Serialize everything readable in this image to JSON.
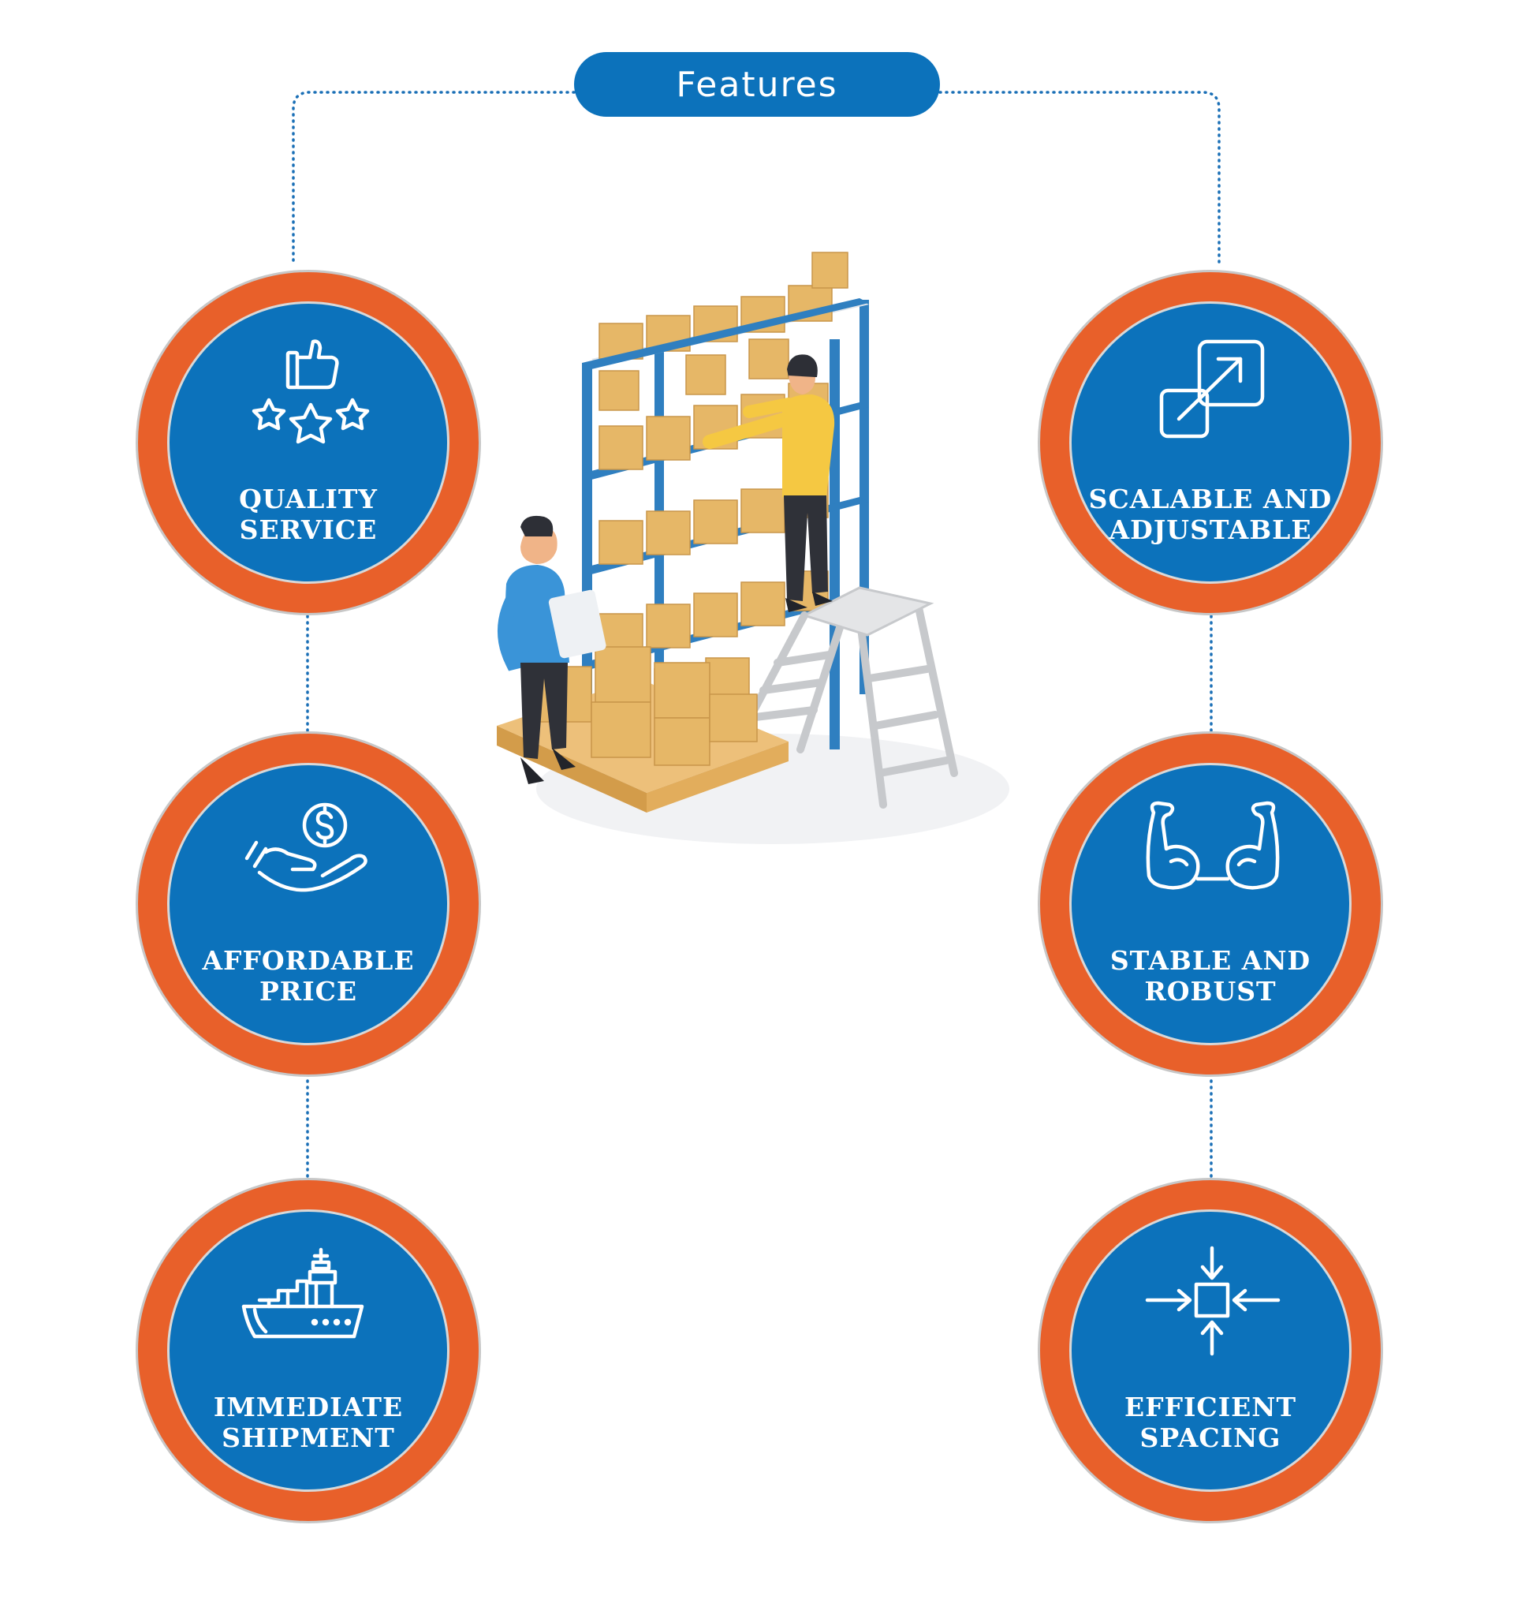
{
  "title": "Features",
  "colors": {
    "primary_blue": "#0c72bb",
    "ring_orange": "#e8602a",
    "connector_blue": "#1a6fb6",
    "box_tan": "#e6b767",
    "shelf_blue": "#2f7fc0"
  },
  "features": [
    {
      "id": "quality-service",
      "icon": "thumbs-up-stars-icon",
      "line1": "QUALITY",
      "line2": "SERVICE"
    },
    {
      "id": "affordable-price",
      "icon": "hand-dollar-coin-icon",
      "line1": "AFFORDABLE",
      "line2": "PRICE"
    },
    {
      "id": "immediate-shipment",
      "icon": "cargo-ship-icon",
      "line1": "IMMEDIATE",
      "line2": "SHIPMENT"
    },
    {
      "id": "scalable-adjustable",
      "icon": "expand-arrow-icon",
      "line1": "SCALABLE AND",
      "line2": "ADJUSTABLE"
    },
    {
      "id": "stable-robust",
      "icon": "flexed-arms-icon",
      "line1": "STABLE AND",
      "line2": "ROBUST"
    },
    {
      "id": "efficient-spacing",
      "icon": "compress-arrows-icon",
      "line1": "EFFICIENT",
      "line2": "SPACING"
    }
  ],
  "illustration": {
    "icon": "warehouse-shelving-workers-illustration"
  }
}
